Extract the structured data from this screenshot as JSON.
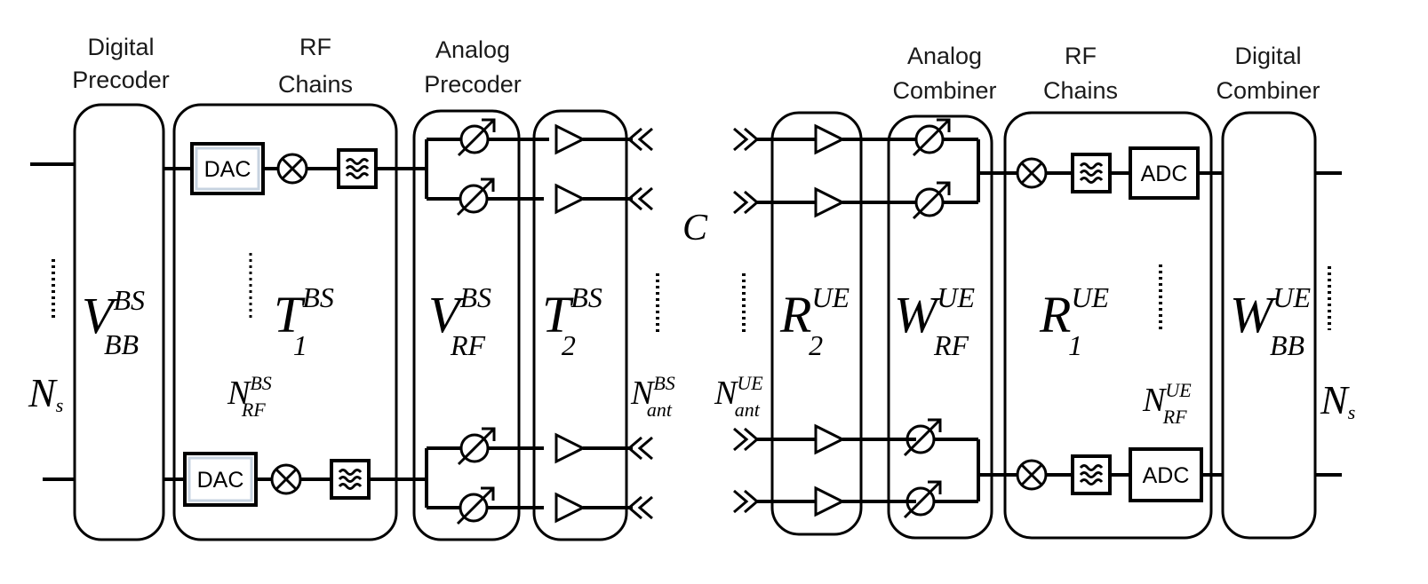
{
  "bs_side": {
    "digital_precoder": {
      "caption_l1": "Digital",
      "caption_l2": "Precoder",
      "main": "V",
      "sup": "BS",
      "sub": "BB"
    },
    "rf_chains": {
      "caption_l1": "RF",
      "caption_l2": "Chains",
      "main": "T",
      "sup": "BS",
      "sub": "1",
      "dac_label": "DAC",
      "count_main": "N",
      "count_sup": "BS",
      "count_sub": "RF"
    },
    "analog_precoder": {
      "caption_l1": "Analog",
      "caption_l2": "Precoder",
      "main": "V",
      "sup": "BS",
      "sub": "RF"
    },
    "amplifier_block": {
      "main": "T",
      "sup": "BS",
      "sub": "2"
    },
    "streams": {
      "main": "N",
      "sub": "s"
    },
    "antennas": {
      "main": "N",
      "sup": "BS",
      "sub": "ant"
    }
  },
  "channel": {
    "label": "C"
  },
  "ue_side": {
    "antennas": {
      "main": "N",
      "sup": "UE",
      "sub": "ant"
    },
    "amplifier_block": {
      "main": "R",
      "sup": "UE",
      "sub": "2"
    },
    "analog_combiner": {
      "caption_l1": "Analog",
      "caption_l2": "Combiner",
      "main": "W",
      "sup": "UE",
      "sub": "RF"
    },
    "rf_chains": {
      "caption_l1": "RF",
      "caption_l2": "Chains",
      "main": "R",
      "sup": "UE",
      "sub": "1",
      "adc_label": "ADC",
      "count_main": "N",
      "count_sup": "UE",
      "count_sub": "RF"
    },
    "digital_combiner": {
      "caption_l1": "Digital",
      "caption_l2": "Combiner",
      "main": "W",
      "sup": "UE",
      "sub": "BB"
    },
    "streams": {
      "main": "N",
      "sub": "s"
    }
  }
}
